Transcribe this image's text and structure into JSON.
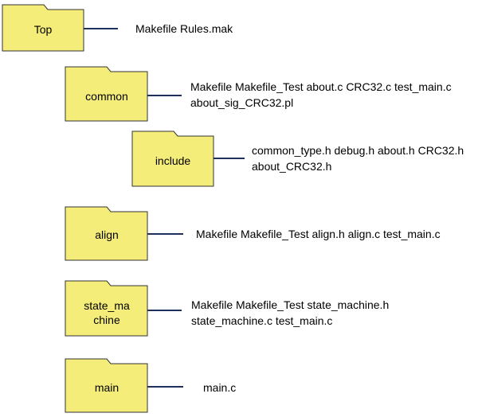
{
  "folders": [
    {
      "id": "top",
      "name": "Top",
      "files": [
        "Makefile Rules.mak"
      ]
    },
    {
      "id": "common",
      "name": "common",
      "files": [
        "Makefile Makefile_Test about.c  CRC32.c test_main.c",
        "about_sig_CRC32.pl"
      ]
    },
    {
      "id": "include",
      "name": "include",
      "files": [
        "common_type.h debug.h about.h CRC32.h",
        "about_CRC32.h"
      ]
    },
    {
      "id": "align",
      "name": "align",
      "files": [
        "Makefile Makefile_Test align.h align.c test_main.c"
      ]
    },
    {
      "id": "state_machine",
      "name_lines": [
        "state_ma",
        "chine"
      ],
      "files": [
        "Makefile Makefile_Test state_machine.h",
        "state_machine.c test_main.c"
      ]
    },
    {
      "id": "main",
      "name": "main",
      "files": [
        "main.c"
      ]
    }
  ],
  "colors": {
    "folder_fill": "#f5ed7a",
    "folder_stroke": "#333333",
    "connector": "#1f2f5e"
  }
}
